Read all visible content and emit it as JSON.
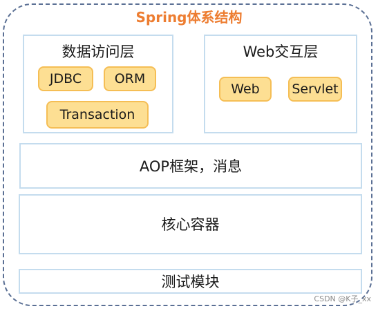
{
  "title": "Spring体系结构",
  "data_access": {
    "label": "数据访问层",
    "items": [
      "JDBC",
      "ORM",
      "Transaction"
    ]
  },
  "web_layer": {
    "label": "Web交互层",
    "items": [
      "Web",
      "Servlet"
    ]
  },
  "aop": {
    "label": "AOP框架，消息"
  },
  "core": {
    "label": "核心容器"
  },
  "test": {
    "label": "测试模块"
  },
  "watermark": "CSDN @K子_xx",
  "colors": {
    "title": "#ed7d31",
    "border_dashed": "#5a6f94",
    "box_border": "#c4dcee",
    "pill_fill": "#fddf93",
    "pill_border": "#f5be55"
  }
}
